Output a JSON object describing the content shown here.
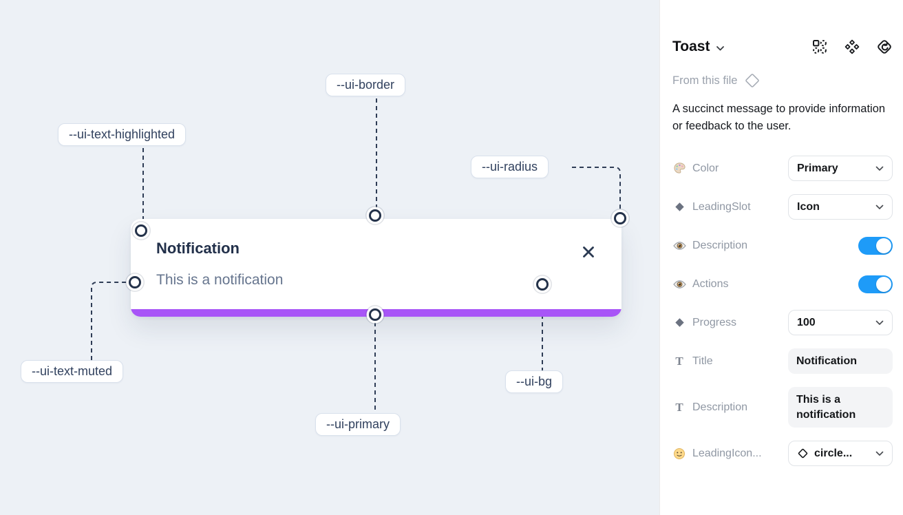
{
  "canvas": {
    "toast": {
      "title": "Notification",
      "description": "This is a notification",
      "close_icon": "x-close"
    },
    "labels": [
      {
        "id": "ui-border",
        "text": "--ui-border"
      },
      {
        "id": "ui-text-highlighted",
        "text": "--ui-text-highlighted"
      },
      {
        "id": "ui-radius",
        "text": "--ui-radius"
      },
      {
        "id": "ui-text-muted",
        "text": "--ui-text-muted"
      },
      {
        "id": "ui-primary",
        "text": "--ui-primary"
      },
      {
        "id": "ui-bg",
        "text": "--ui-bg"
      }
    ],
    "colors": {
      "canvas_bg": "#edf1f6",
      "card_bg": "#ffffff",
      "primary_bar": "#a855f7",
      "title_text": "#22304a",
      "muted_text": "#66758e",
      "connector_line": "#2e3c55"
    }
  },
  "panel": {
    "header": {
      "title": "Toast",
      "icons": [
        "apply-grid-icon",
        "component-icon",
        "swap-instance-icon"
      ]
    },
    "source": {
      "label": "From this file",
      "icon": "diamond-outline-icon"
    },
    "description": "A succinct message to provide information or feedback to the user.",
    "properties": [
      {
        "icon": "palette-icon",
        "label": "Color",
        "type": "select",
        "value": "Primary"
      },
      {
        "icon": "diamond-icon",
        "label": "LeadingSlot",
        "type": "select",
        "value": "Icon"
      },
      {
        "icon": "eye-icon",
        "label": "Description",
        "type": "toggle",
        "value": true
      },
      {
        "icon": "eye-icon",
        "label": "Actions",
        "type": "toggle",
        "value": true
      },
      {
        "icon": "diamond-icon",
        "label": "Progress",
        "type": "select",
        "value": "100"
      },
      {
        "icon": "text-icon",
        "label": "Title",
        "type": "field",
        "value": "Notification",
        "text_glyph": "T"
      },
      {
        "icon": "text-icon",
        "label": "Description",
        "type": "field",
        "value": "This is a notification",
        "text_glyph": "T"
      },
      {
        "icon": "face-icon",
        "label": "LeadingIcon...",
        "type": "select-icon",
        "value": "circle..."
      }
    ],
    "colors": {
      "toggle_on": "#1e9bf8",
      "label_text": "#8f97a3"
    }
  }
}
